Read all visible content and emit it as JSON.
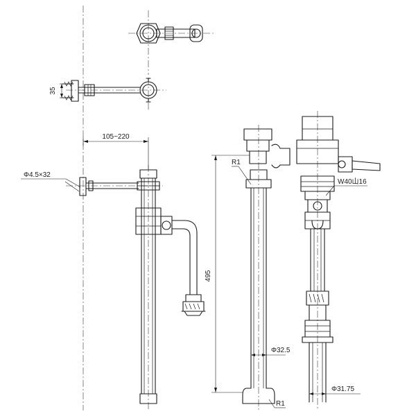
{
  "dimensions": {
    "wall_offset": "105~220",
    "bracket_height": "35",
    "screw": "Φ4.5×32",
    "radius_top": "R1",
    "radius_bottom": "R1",
    "thread": "W40山16",
    "height_total": "495",
    "pipe_diameter": "Φ32.5",
    "outlet_diameter": "Φ31.75"
  }
}
